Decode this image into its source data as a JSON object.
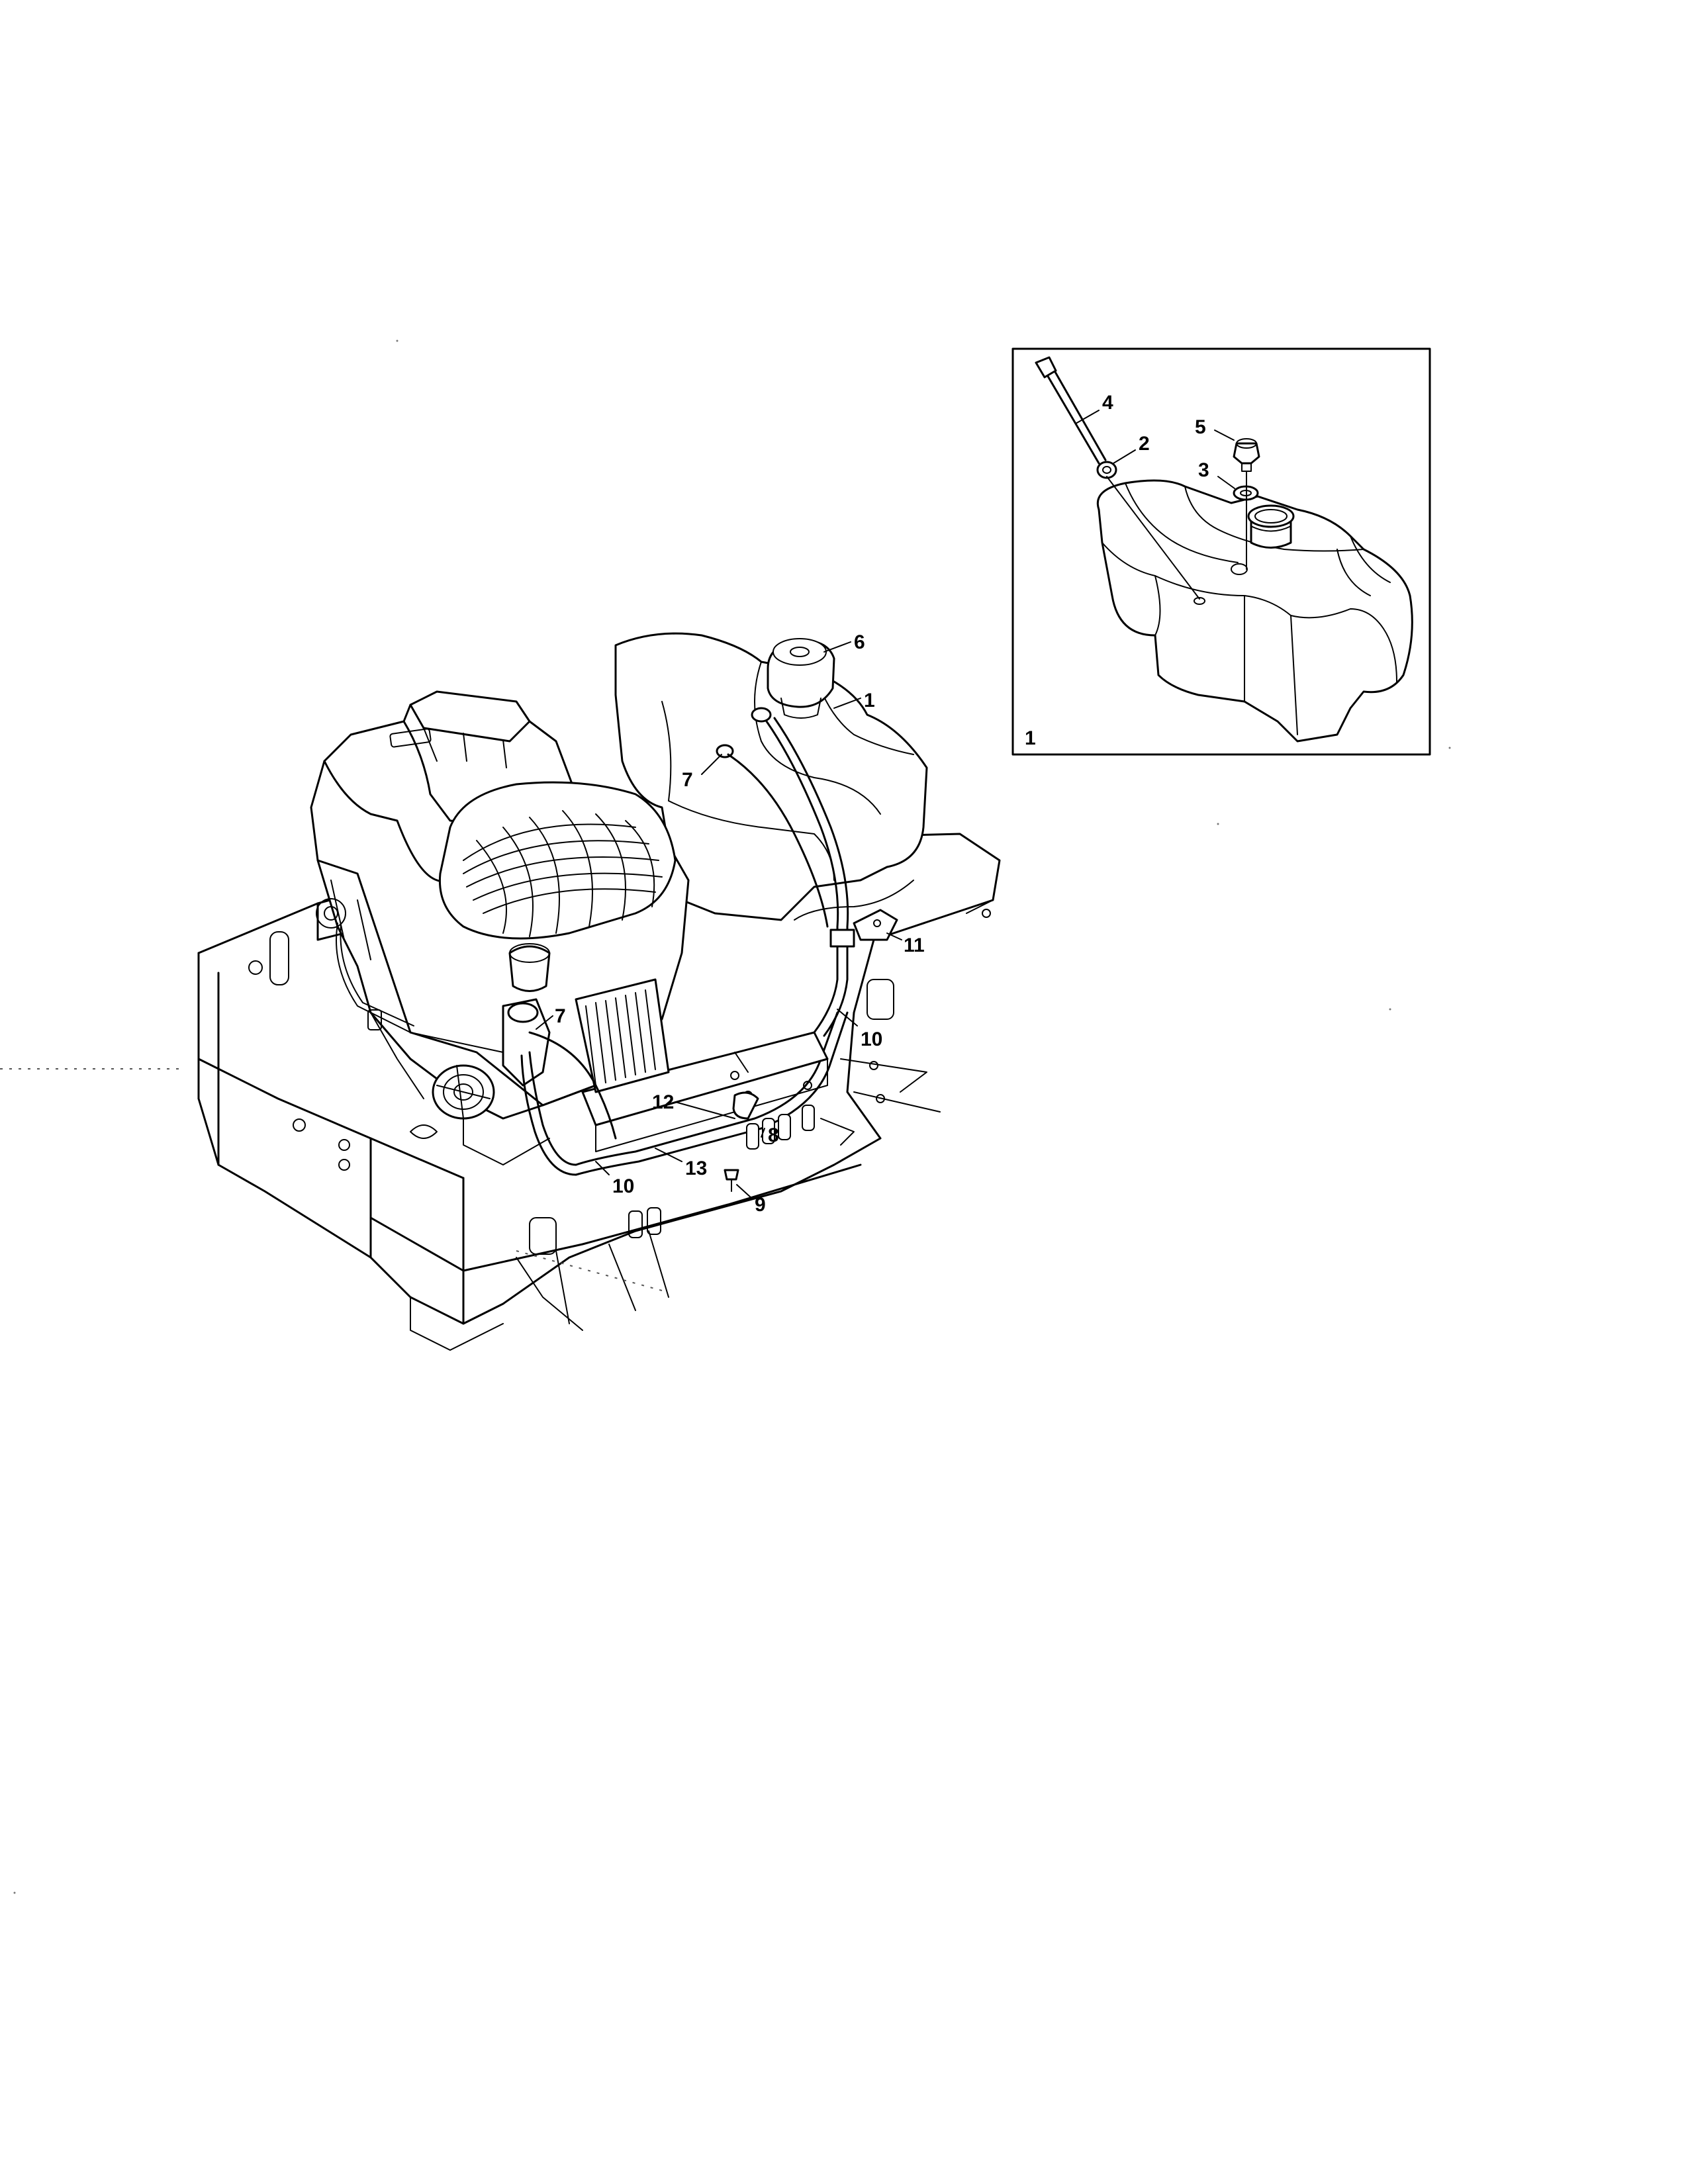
{
  "main_view": {
    "callouts": [
      {
        "id": "c6",
        "text": "6"
      },
      {
        "id": "c1",
        "text": "1"
      },
      {
        "id": "c7a",
        "text": "7"
      },
      {
        "id": "c11",
        "text": "11"
      },
      {
        "id": "c7b",
        "text": "7"
      },
      {
        "id": "c10a",
        "text": "10"
      },
      {
        "id": "c12",
        "text": "12"
      },
      {
        "id": "c8",
        "text": "8"
      },
      {
        "id": "c13",
        "text": "13"
      },
      {
        "id": "c10b",
        "text": "10"
      },
      {
        "id": "c9",
        "text": "9"
      }
    ]
  },
  "inset": {
    "label": "1",
    "callouts": [
      {
        "id": "i4",
        "text": "4"
      },
      {
        "id": "i2",
        "text": "2"
      },
      {
        "id": "i5",
        "text": "5"
      },
      {
        "id": "i3",
        "text": "3"
      }
    ]
  },
  "colors": {
    "ink": "#000000",
    "paper": "#ffffff"
  }
}
